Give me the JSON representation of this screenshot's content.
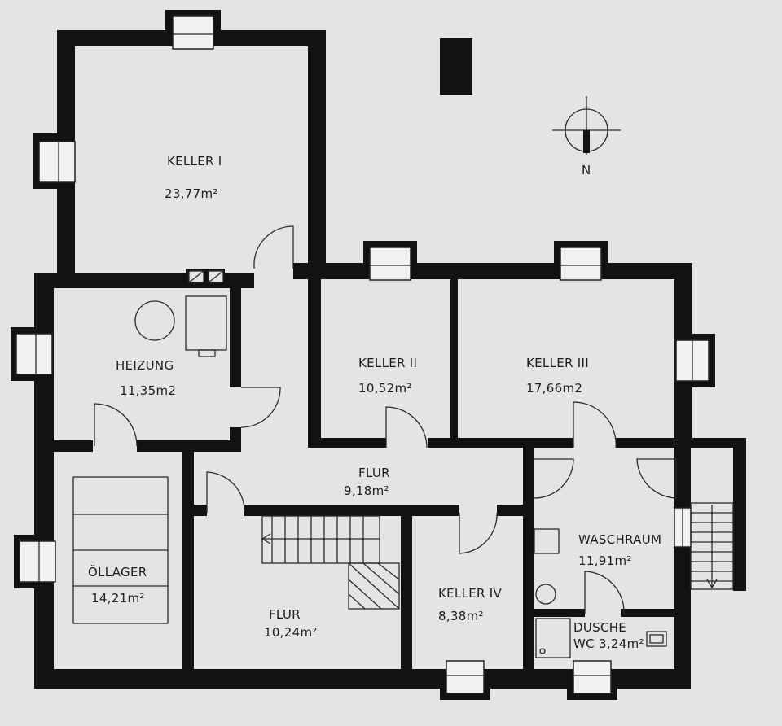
{
  "compass": {
    "north_label": "N"
  },
  "rooms": [
    {
      "id": "keller-1",
      "name": "KELLER I",
      "area": "23,77m²"
    },
    {
      "id": "heizung",
      "name": "HEIZUNG",
      "area": "11,35m2"
    },
    {
      "id": "keller-2",
      "name": "KELLER II",
      "area": "10,52m²"
    },
    {
      "id": "keller-3",
      "name": "KELLER III",
      "area": "17,66m2"
    },
    {
      "id": "flur-upper",
      "name": "FLUR",
      "area": "9,18m²"
    },
    {
      "id": "oellager",
      "name": "ÖLLAGER",
      "area": "14,21m²"
    },
    {
      "id": "flur-lower",
      "name": "FLUR",
      "area": "10,24m²"
    },
    {
      "id": "keller-4",
      "name": "KELLER IV",
      "area": "8,38m²"
    },
    {
      "id": "waschraum",
      "name": "WASCHRAUM",
      "area": "11,91m²"
    },
    {
      "id": "dusche-wc",
      "name": "DUSCHE",
      "area": "WC  3,24m²"
    }
  ]
}
